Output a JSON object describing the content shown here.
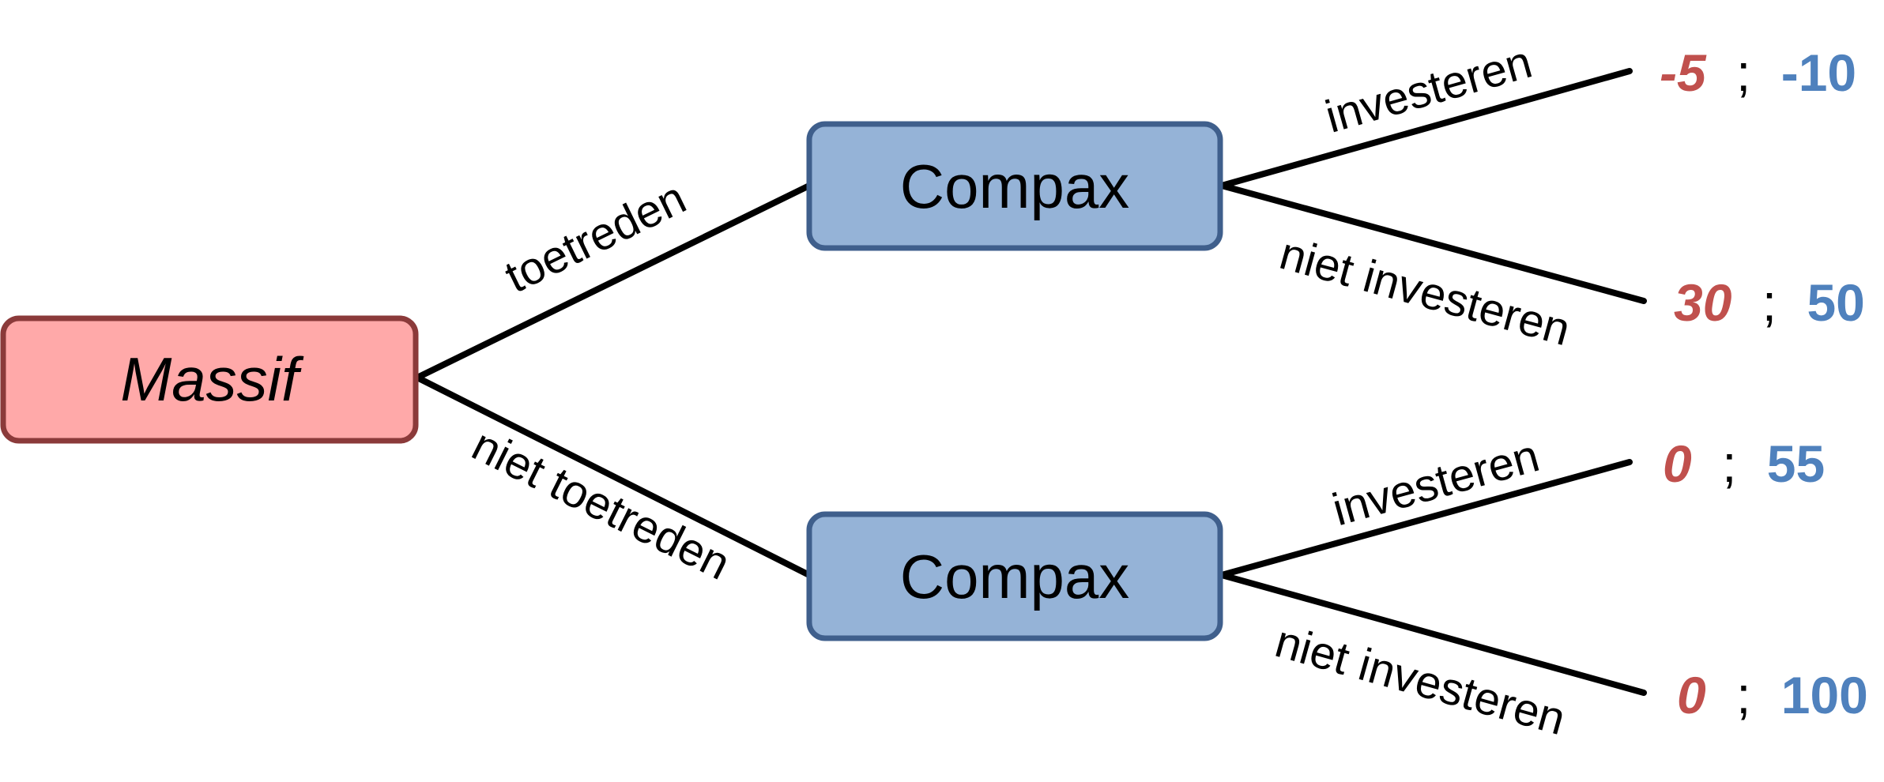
{
  "colors": {
    "massif_fill": "#ffa9a9",
    "massif_stroke": "#8b3a3a",
    "compax_fill": "#95b3d7",
    "compax_stroke": "#3f5f8c",
    "payoff_massif": "#c0504d",
    "payoff_compax": "#4f81bd",
    "edge": "#000000"
  },
  "nodes": {
    "massif": "Massif",
    "compax_top": "Compax",
    "compax_bottom": "Compax"
  },
  "edges": {
    "toetreden": "toetreden",
    "niet_toetreden": "niet toetreden",
    "top_investeren": "investeren",
    "top_niet_investeren": "niet investeren",
    "bottom_investeren": "investeren",
    "bottom_niet_investeren": "niet investeren"
  },
  "payoffs": [
    {
      "massif": "-5",
      "separator": ";",
      "compax": "-10"
    },
    {
      "massif": "30",
      "separator": ";",
      "compax": "50"
    },
    {
      "massif": "0",
      "separator": ";",
      "compax": "55"
    },
    {
      "massif": "0",
      "separator": ";",
      "compax": "100"
    }
  ]
}
